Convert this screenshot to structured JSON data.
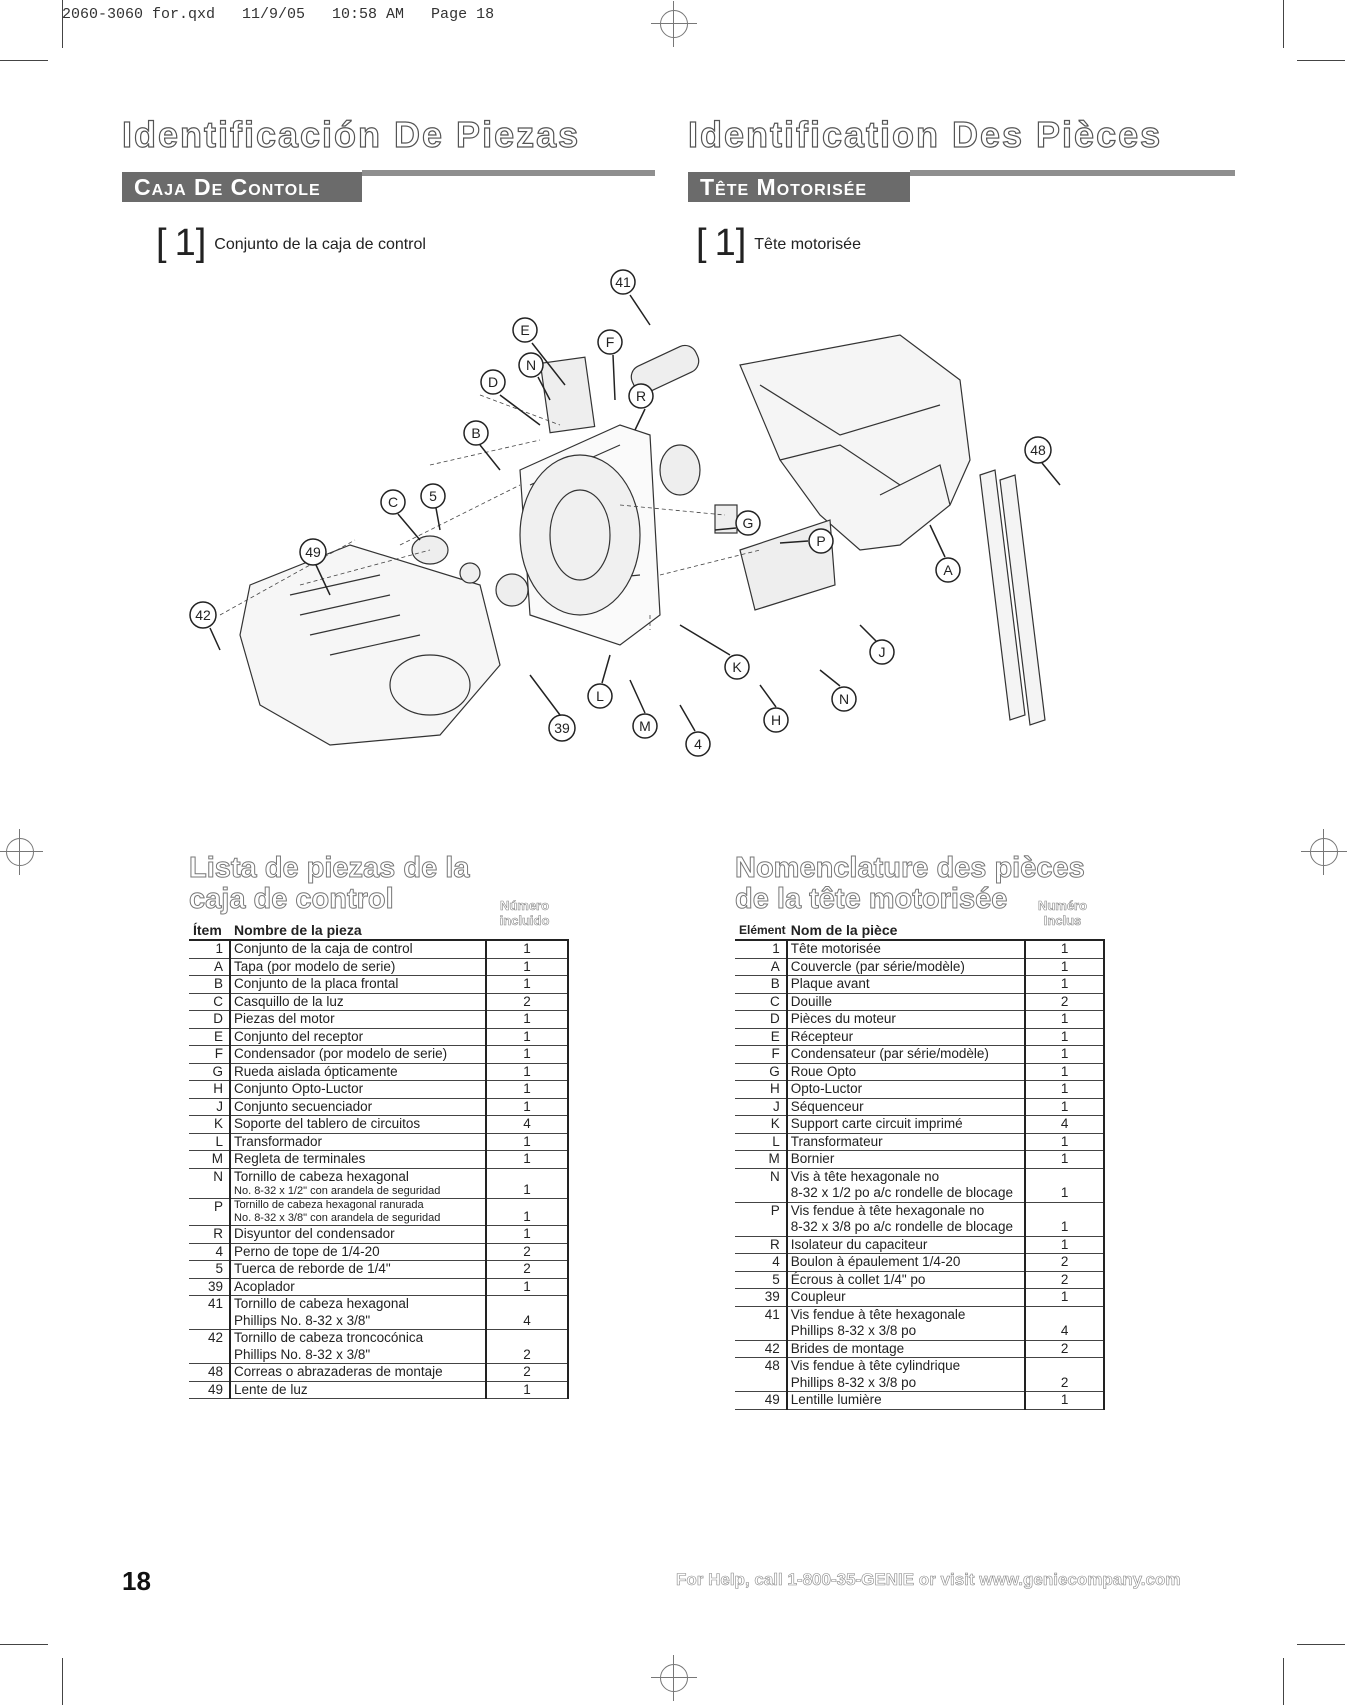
{
  "header": {
    "slug": "2060-3060 for.qxd   11/9/05   10:58 AM   Page 18"
  },
  "left": {
    "title": "Identificación De Piezas",
    "band": "Caja De Contole",
    "subitem_num": "1",
    "subitem_text": "Conjunto de la caja de control",
    "list_title_line1": "Lista de piezas de la",
    "list_title_line2": "caja de control",
    "col_item": "Ítem",
    "col_name": "Nombre de la pieza",
    "col_qty_line1": "Número",
    "col_qty_line2": "incluido",
    "rows": [
      {
        "item": "1",
        "name": "Conjunto de la caja de control",
        "qty": "1"
      },
      {
        "item": "A",
        "name": "Tapa (por modelo de serie)",
        "qty": "1"
      },
      {
        "item": "B",
        "name": "Conjunto de la placa frontal",
        "qty": "1"
      },
      {
        "item": "C",
        "name": "Casquillo de la luz",
        "qty": "2"
      },
      {
        "item": "D",
        "name": "Piezas del motor",
        "qty": "1"
      },
      {
        "item": "E",
        "name": "Conjunto del receptor",
        "qty": "1"
      },
      {
        "item": "F",
        "name": "Condensador (por modelo de serie)",
        "qty": "1"
      },
      {
        "item": "G",
        "name": "Rueda aislada ópticamente",
        "qty": "1"
      },
      {
        "item": "H",
        "name": "Conjunto Opto-Luctor",
        "qty": "1"
      },
      {
        "item": "J",
        "name": "Conjunto secuenciador",
        "qty": "1"
      },
      {
        "item": "K",
        "name": "Soporte del tablero de circuitos",
        "qty": "4"
      },
      {
        "item": "L",
        "name": "Transformador",
        "qty": "1"
      },
      {
        "item": "M",
        "name": "Regleta de terminales",
        "qty": "1"
      },
      {
        "item": "N",
        "name": "Tornillo de cabeza hexagonal",
        "name2": "No. 8-32 x 1/2\" con arandela de seguridad",
        "qty": "1"
      },
      {
        "item": "P",
        "name": "Tornillo de cabeza hexagonal ranurada",
        "name2": "No. 8-32 x 3/8\" con arandela de seguridad",
        "qty": "1",
        "smallfirst": true
      },
      {
        "item": "R",
        "name": "Disyuntor del condensador",
        "qty": "1"
      },
      {
        "item": "4",
        "name": "Perno de tope de 1/4-20",
        "qty": "2"
      },
      {
        "item": "5",
        "name": "Tuerca de reborde de 1/4\"",
        "qty": "2"
      },
      {
        "item": "39",
        "name": "Acoplador",
        "qty": "1"
      },
      {
        "item": "41",
        "name": "Tornillo de cabeza hexagonal",
        "name2": "Phillips No. 8-32 x 3/8\"",
        "qty": "4"
      },
      {
        "item": "42",
        "name": "Tornillo de cabeza troncocónica",
        "name2": "Phillips No. 8-32 x 3/8\"",
        "qty": "2"
      },
      {
        "item": "48",
        "name": "Correas o abrazaderas de montaje",
        "qty": "2"
      },
      {
        "item": "49",
        "name": "Lente de luz",
        "qty": "1"
      }
    ]
  },
  "right": {
    "title": "Identification Des Pièces",
    "band": "Tête Motorisée",
    "subitem_num": "1",
    "subitem_text": "Tête motorisée",
    "list_title_line1": "Nomenclature des pièces",
    "list_title_line2": "de la tête motorisée",
    "col_item": "Elément",
    "col_name": "Nom de la pièce",
    "col_qty_line1": "Numéro",
    "col_qty_line2": "Inclus",
    "rows": [
      {
        "item": "1",
        "name": "Tête motorisée",
        "qty": "1"
      },
      {
        "item": "A",
        "name": "Couvercle (par série/modèle)",
        "qty": "1"
      },
      {
        "item": "B",
        "name": "Plaque avant",
        "qty": "1"
      },
      {
        "item": "C",
        "name": "Douille",
        "qty": "2"
      },
      {
        "item": "D",
        "name": "Pièces du moteur",
        "qty": "1"
      },
      {
        "item": "E",
        "name": "Récepteur",
        "qty": "1"
      },
      {
        "item": "F",
        "name": "Condensateur (par série/modèle)",
        "qty": "1"
      },
      {
        "item": "G",
        "name": "Roue Opto",
        "qty": "1"
      },
      {
        "item": "H",
        "name": "Opto-Luctor",
        "qty": "1"
      },
      {
        "item": "J",
        "name": "Séquenceur",
        "qty": "1"
      },
      {
        "item": "K",
        "name": "Support carte circuit imprimé",
        "qty": "4"
      },
      {
        "item": "L",
        "name": "Transformateur",
        "qty": "1"
      },
      {
        "item": "M",
        "name": "Bornier",
        "qty": "1"
      },
      {
        "item": "N",
        "name": "Vis à tête hexagonale no",
        "name2": "8-32 x 1/2 po a/c rondelle de blocage",
        "qty": "1"
      },
      {
        "item": "P",
        "name": "Vis fendue à tête hexagonale no",
        "name2": "8-32 x 3/8 po a/c rondelle de blocage",
        "qty": "1"
      },
      {
        "item": "R",
        "name": "Isolateur du capaciteur",
        "qty": "1"
      },
      {
        "item": "4",
        "name": "Boulon à épaulement 1/4-20",
        "qty": "2"
      },
      {
        "item": "5",
        "name": "Écrous à collet 1/4\" po",
        "qty": "2"
      },
      {
        "item": "39",
        "name": "Coupleur",
        "qty": "1"
      },
      {
        "item": "41",
        "name": "Vis fendue à tête hexagonale",
        "name2": "Phillips 8-32 x 3/8 po",
        "qty": "4"
      },
      {
        "item": "42",
        "name": "Brides de montage",
        "qty": "2"
      },
      {
        "item": "48",
        "name": "Vis fendue à tête cylindrique",
        "name2": "Phillips 8-32 x 3/8 po",
        "qty": "2"
      },
      {
        "item": "49",
        "name": "Lentille lumière",
        "qty": "1"
      }
    ]
  },
  "diagram": {
    "callouts": [
      "41",
      "E",
      "F",
      "D",
      "N",
      "R",
      "B",
      "G",
      "P",
      "48",
      "C",
      "5",
      "A",
      "49",
      "42",
      "K",
      "J",
      "L",
      "N",
      "M",
      "H",
      "39",
      "4"
    ]
  },
  "footer": {
    "page_number": "18",
    "help": "For Help, call 1-800-35-GENIE or visit www.geniecompany.com"
  }
}
